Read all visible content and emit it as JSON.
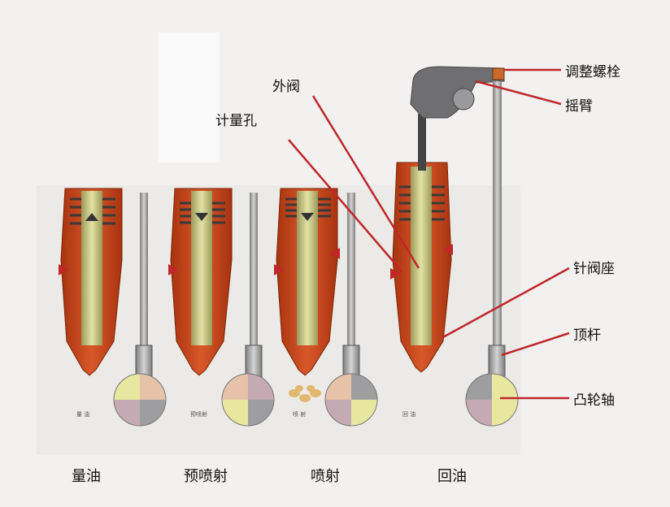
{
  "labels": {
    "adjust_screw": "调整螺栓",
    "rocker_arm": "摇臂",
    "outer_valve": "外阀",
    "metering_hole": "计量孔",
    "needle_seat": "针阀座",
    "push_rod": "顶杆",
    "camshaft": "凸轮轴"
  },
  "captions": [
    "量油",
    "预喷射",
    "喷射",
    "回油"
  ],
  "cam_tags": [
    "量 油",
    "预喷射",
    "喷 射",
    "回 油"
  ],
  "colors": {
    "injector_body": "#c8471a",
    "plunger": "#c9c98a",
    "spring": "#4a4a4a",
    "rod": "#9a9a9a",
    "leader_line": "#c0262a",
    "cam_yellow": "#e8e7a0",
    "cam_peach": "#e6c2a8",
    "cam_gray": "#9e9ea0",
    "cam_mauve": "#c5a9b3"
  }
}
